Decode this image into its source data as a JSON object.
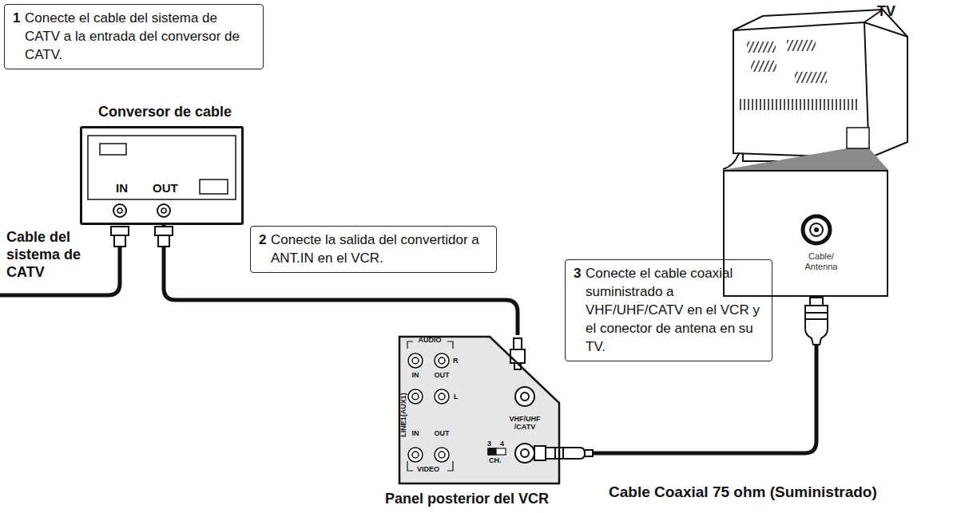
{
  "diagram": {
    "nodes": [
      {
        "text": [
          "1",
          "Conecte el cable del sistema de CATV a la entrada del conversor de CATV."
        ]
      },
      {
        "text": [
          "Conversor de cable",
          "IN",
          "OUT"
        ]
      },
      {
        "text": [
          "2",
          "Conecte la salida del convertidor a ANT.IN en el VCR."
        ]
      },
      {
        "text": [
          "3",
          "Conecte el cable coaxial suministrado a VHF/UHF/CATV en el VCR y el conector de antena en su TV."
        ]
      },
      {
        "text": [
          "Cable/ Antenna"
        ]
      },
      {
        "text": [
          "AUDIO",
          "R",
          "IN",
          "OUT",
          "L",
          "LINE1(AUX1)",
          "IN",
          "OUT",
          "VIDEO",
          "VHF/UHF /CATV",
          "3",
          "4",
          "CH.",
          "Panel posterior del VCR"
        ]
      }
    ],
    "edges": [
      {
        "from": 1,
        "to": 5,
        "arrow": "none"
      },
      {
        "from": 5,
        "to": 4,
        "arrow": "none"
      }
    ],
    "labels": [
      "TV",
      "Cable del sistema de CATV",
      "Cable Coaxial 75 ohm (Suministrado)"
    ]
  }
}
